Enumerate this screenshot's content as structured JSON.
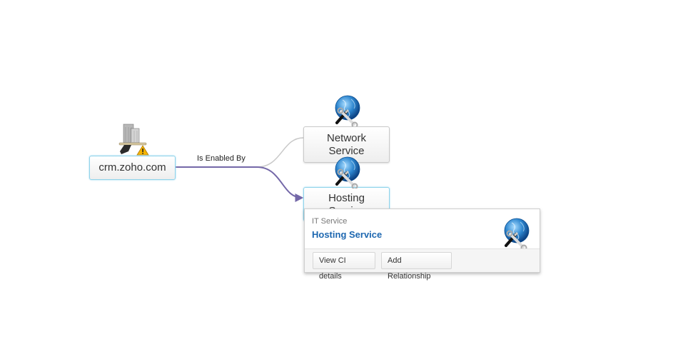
{
  "graph": {
    "edge_label": "Is Enabled By",
    "colors": {
      "active_edge": "#7468a8",
      "inactive_edge": "#c8c8c8",
      "selected_border": "#8fd3ea"
    },
    "nodes": [
      {
        "id": "crm",
        "label": "crm.zoho.com",
        "icon": "server-building-warning-icon",
        "selected": true
      },
      {
        "id": "network",
        "label_line1": "Network",
        "label_line2": "Service",
        "icon": "globe-tools-icon"
      },
      {
        "id": "hosting",
        "label_line1": "Hosting",
        "label_line2": "Service",
        "icon": "globe-tools-icon",
        "selected": true
      }
    ]
  },
  "popup": {
    "type": "IT Service",
    "title": "Hosting Service",
    "icon": "globe-tools-icon",
    "buttons": {
      "view": "View CI details",
      "add": "Add Relationship"
    }
  }
}
